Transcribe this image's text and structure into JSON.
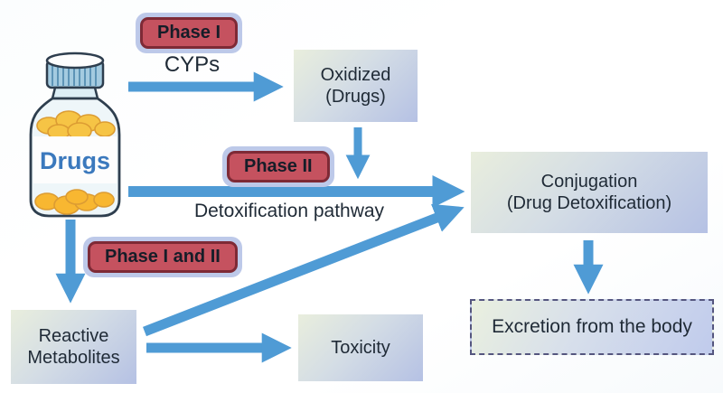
{
  "diagram": {
    "nodes": {
      "drugs": {
        "label": "Drugs"
      },
      "oxidized": {
        "line1": "Oxidized",
        "line2": "(Drugs)"
      },
      "conjugation": {
        "line1": "Conjugation",
        "line2": "(Drug Detoxification)"
      },
      "excretion": {
        "label": "Excretion from the body"
      },
      "reactive_metabolites": {
        "line1": "Reactive",
        "line2": "Metabolites"
      },
      "toxicity": {
        "label": "Toxicity"
      }
    },
    "badges": {
      "phase_1": {
        "label": "Phase I"
      },
      "phase_2": {
        "label": "Phase II"
      },
      "phase_1_and_2": {
        "label": "Phase I and II"
      }
    },
    "edge_labels": {
      "cyps": "CYPs",
      "detoxification_pathway": "Detoxification pathway"
    },
    "colors": {
      "arrow_blue": "#4f9bd5",
      "badge_red": "#c5525f",
      "badge_border_maroon": "#7e2a36",
      "badge_halo_lavender": "#bdc9e9",
      "node_gradient_start": "#e9eedd",
      "node_gradient_end": "#b5c1e4",
      "excretion_dash": "#55567f",
      "text_dark": "#1f2a36",
      "drugs_label_blue": "#3b79bd",
      "pill_yellow": "#f6c445",
      "bottle_cap_blue": "#a4cbe0"
    }
  }
}
